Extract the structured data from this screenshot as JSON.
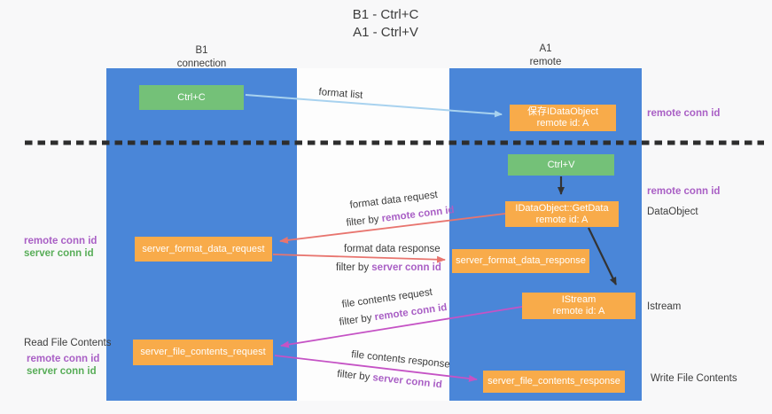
{
  "title": {
    "line1": "B1 - Ctrl+C",
    "line2": "A1 - Ctrl+V"
  },
  "lanes": {
    "left": {
      "title": "B1",
      "subtitle": "connection"
    },
    "right": {
      "title": "A1",
      "subtitle": "remote"
    }
  },
  "nodes": {
    "ctrl_c": {
      "label": "Ctrl+C"
    },
    "ctrl_v": {
      "label": "Ctrl+V"
    },
    "save_dataobject": {
      "line1": "保存IDataObject",
      "line2": "remote id: A"
    },
    "getdata": {
      "line1": "IDataObject::GetData",
      "line2": "remote id: A"
    },
    "istream": {
      "line1": "IStream",
      "line2": "remote id: A"
    },
    "format_request": {
      "label": "server_format_data_request"
    },
    "format_response": {
      "label": "server_format_data_response"
    },
    "file_request": {
      "label": "server_file_contents_request"
    },
    "file_response": {
      "label": "server_file_contents_response"
    }
  },
  "labels": {
    "remote_conn_id": "remote conn id",
    "server_conn_id": "server conn id",
    "dataobject": "DataObject",
    "istream": "Istream",
    "read_file_contents": "Read File Contents",
    "write_file_contents": "Write File Contents"
  },
  "arrows": {
    "format_list": "format list",
    "format_data_request": "format data request",
    "format_data_response": "format data response",
    "file_contents_request": "file contents request",
    "file_contents_response": "file contents response",
    "filter_by": "filter by"
  },
  "colors": {
    "lane_blue": "#4a86d8",
    "node_green": "#74c178",
    "node_orange": "#f8ab4a",
    "arrow_light_blue": "#a8d2ef",
    "arrow_red": "#e8756f",
    "arrow_magenta": "#c553c5",
    "arrow_black": "#333333",
    "text_purple": "#a95fc5",
    "text_green": "#58ad58",
    "text_dark": "#3c3c3c",
    "background": "#f8f8f9"
  }
}
